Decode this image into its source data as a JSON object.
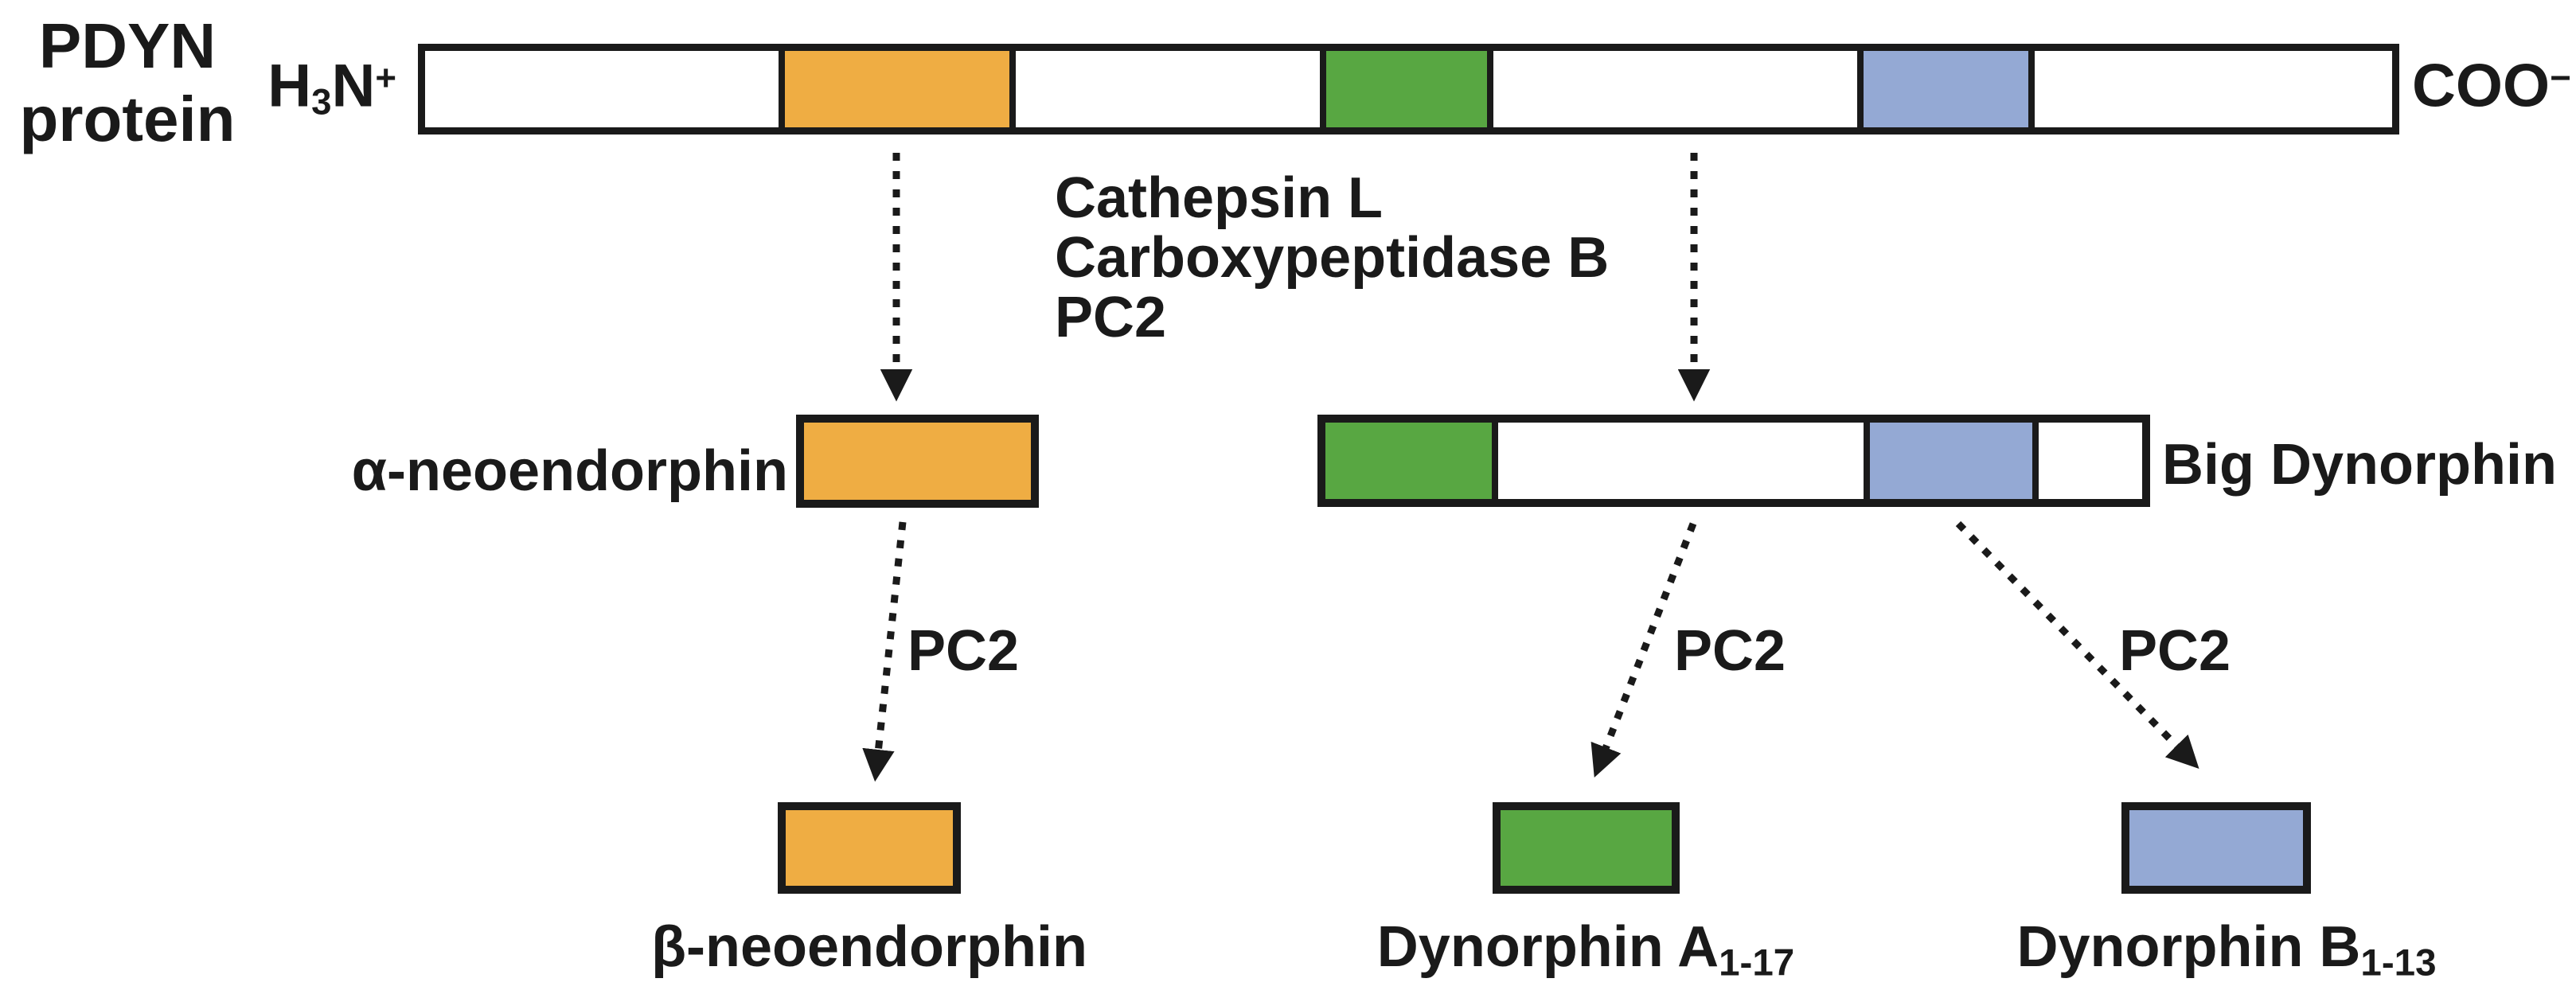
{
  "palette": {
    "orange": "#EFAD43",
    "green": "#58A742",
    "blue": "#94A9D4",
    "outline": "#1A1A1A",
    "text": "#1A1A1A",
    "background": "#FFFFFF"
  },
  "header": {
    "title_line1": "PDYN",
    "title_line2": "protein"
  },
  "precursor": {
    "n_terminus": {
      "h": "H",
      "three": "3",
      "n": "N",
      "plus": "+"
    },
    "c_terminus": {
      "coo": "COO",
      "minus": "−"
    },
    "segment_order": [
      "white",
      "orange",
      "white",
      "green",
      "white",
      "blue",
      "white"
    ]
  },
  "step1": {
    "enzymes": [
      "Cathepsin L",
      "Carboxypeptidase B",
      "PC2"
    ]
  },
  "intermediates": {
    "alpha_neoendorphin": "α-neoendorphin",
    "big_dynorphin": "Big Dynorphin",
    "big_dynorphin_segment_order": [
      "green",
      "white",
      "blue",
      "white"
    ]
  },
  "step2": {
    "left_enzyme": "PC2",
    "middle_enzyme": "PC2",
    "right_enzyme": "PC2"
  },
  "final_products": {
    "beta_neoendorphin": "β-neoendorphin",
    "dynorphin_a": {
      "name": "Dynorphin A",
      "subscript": "1-17"
    },
    "dynorphin_b": {
      "name": "Dynorphin B",
      "subscript": "1-13"
    }
  }
}
